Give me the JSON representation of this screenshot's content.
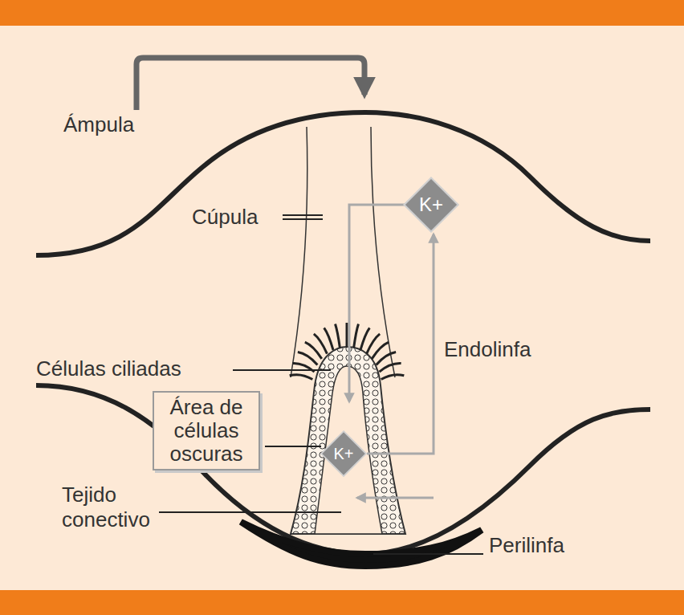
{
  "diagram": {
    "nodes": [
      {
        "text": [
          "Área de células oscuras"
        ]
      },
      {
        "text": [
          "K+"
        ]
      },
      {
        "text": [
          "K+"
        ]
      }
    ],
    "edges": [
      {
        "from": 2,
        "to": 1,
        "arrow": "to"
      }
    ],
    "labels": [
      "Ámpula",
      "Cúpula",
      "Células ciliadas",
      "Endolinfa",
      "Tejido conectivo",
      "Perilinfa"
    ]
  }
}
